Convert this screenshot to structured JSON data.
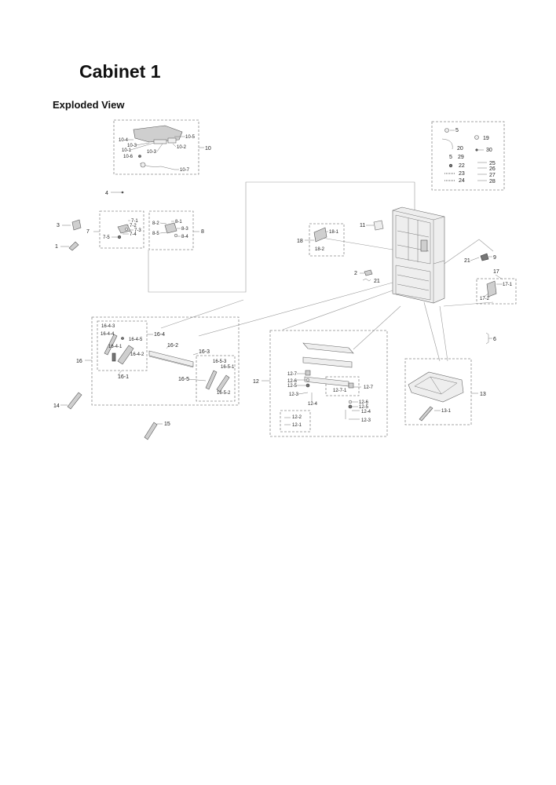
{
  "page": {
    "title": "Cabinet 1",
    "section": "Exploded View"
  },
  "labels": {
    "p10": "10",
    "p10_1": "10-1",
    "p10_2": "10-2",
    "p10_3a": "10-3",
    "p10_3b": "10-3",
    "p10_4": "10-4",
    "p10_5": "10-5",
    "p10_6": "10-6",
    "p10_7": "10-7",
    "p5": "5",
    "p19": "19",
    "p20": "20",
    "p30": "30",
    "p29": "29",
    "p25": "25",
    "p22": "22",
    "p26": "26",
    "p23": "23",
    "p27": "27",
    "p24": "24",
    "p28": "28",
    "p4": "4",
    "p3": "3",
    "p1": "1",
    "p7": "7",
    "p7_1": "7-1",
    "p7_2": "7-2",
    "p7_3": "7-3",
    "p7_4": "7-4",
    "p7_5": "7-5",
    "p8": "8",
    "p8_1": "8-1",
    "p8_2": "8-2",
    "p8_3": "8-3",
    "p8_4": "8-4",
    "p8_5": "8-5",
    "p11": "11",
    "p18": "18",
    "p18_1": "18-1",
    "p18_2": "18-2",
    "p2": "2",
    "p21a": "21",
    "p21b": "21",
    "p9": "9",
    "p17": "17",
    "p17_1": "17-1",
    "p17_2": "17-2",
    "p6": "6",
    "p16": "16",
    "p16_1": "16-1",
    "p16_2": "16-2",
    "p16_3": "16-3",
    "p16_4": "16-4",
    "p16_4_1": "16-4-1",
    "p16_4_2": "16-4-2",
    "p16_4_3": "16-4-3",
    "p16_4_4": "16-4-4",
    "p16_4_5": "16-4-5",
    "p16_5": "16-5",
    "p16_5_1": "16-5-1",
    "p16_5_2": "16-5-2",
    "p16_5_3": "16-5-3",
    "p14": "14",
    "p15": "15",
    "p12": "12",
    "p12_1": "12-1",
    "p12_2": "12-2",
    "p12_3a": "12-3",
    "p12_3b": "12-3",
    "p12_4a": "12-4",
    "p12_4b": "12-4",
    "p12_5a": "12-5",
    "p12_5b": "12-5",
    "p12_6a": "12-6",
    "p12_6b": "12-6",
    "p12_7a": "12-7",
    "p12_7b": "12-7",
    "p12_7_1": "12-7-1",
    "p13": "13",
    "p13_1": "13-1"
  }
}
